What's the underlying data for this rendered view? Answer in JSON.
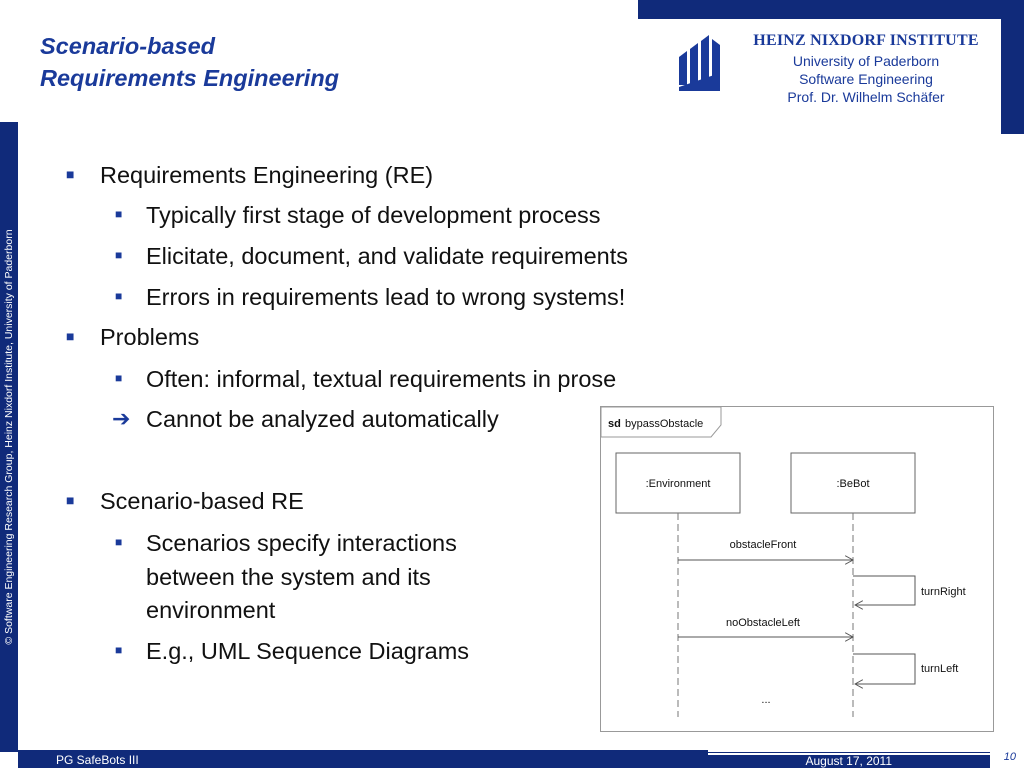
{
  "slide": {
    "title_line1": "Scenario-based",
    "title_line2": "Requirements Engineering",
    "copyright": "© Software Engineering Research Group, Heinz Nixdorf Institute, University of Paderborn",
    "page_number": "10"
  },
  "institute": {
    "name": "HEINZ NIXDORF INSTITUTE",
    "line1": "University of Paderborn",
    "line2": "Software Engineering",
    "line3": "Prof. Dr. Wilhelm Schäfer"
  },
  "bullets": {
    "b1": "Requirements Engineering (RE)",
    "b1_1": "Typically first stage of development process",
    "b1_2": "Elicitate, document, and validate requirements",
    "b1_3": "Errors in requirements lead to wrong systems!",
    "b2": "Problems",
    "b2_1": "Often: informal, textual requirements in prose",
    "b2_2": "Cannot be analyzed automatically",
    "b3": "Scenario-based RE",
    "b3_1_line1": "Scenarios specify interactions",
    "b3_1_line2": "between the system and its",
    "b3_1_line3": "environment",
    "b3_2": "E.g., UML Sequence Diagrams"
  },
  "diagram": {
    "frame_keyword": "sd",
    "frame_name": "bypassObstacle",
    "lifeline1": ":Environment",
    "lifeline2": ":BeBot",
    "msg1": "obstacleFront",
    "msg2": "turnRight",
    "msg3": "noObstacleLeft",
    "msg4": "turnLeft",
    "continuation": "..."
  },
  "footer": {
    "left": "PG SafeBots III",
    "date": "August 17, 2011"
  },
  "colors": {
    "navy": "#102a7a",
    "title_blue": "#1a3a9a"
  }
}
